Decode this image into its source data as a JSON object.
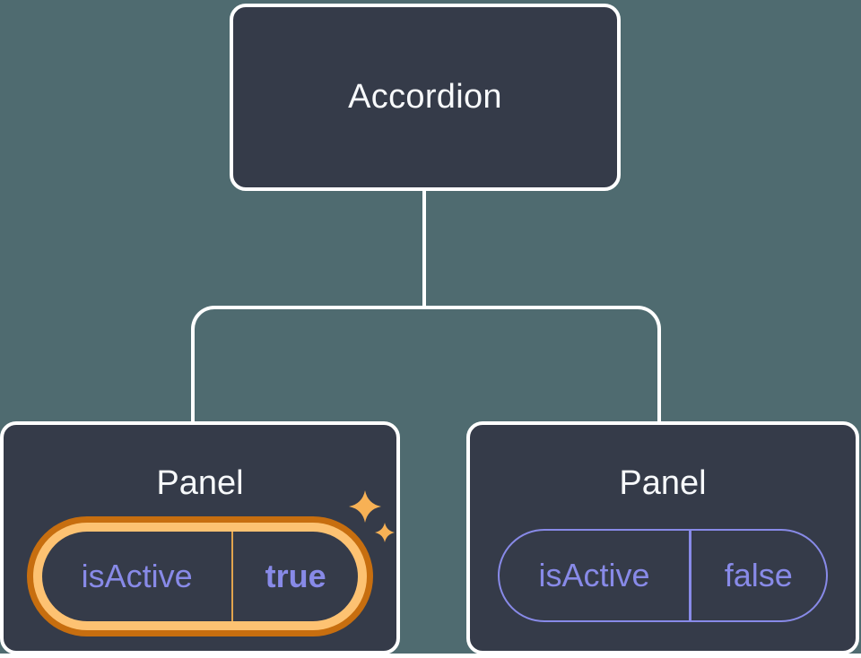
{
  "colors": {
    "canvas": "#4f6b70",
    "page": "#ffffff",
    "node-fill": "#353b49",
    "node-border": "#ffffff",
    "line": "#ffffff",
    "text-light": "#f7f9fb",
    "prop-purple": "#888ae8",
    "highlight-dark": "#c76e0f",
    "highlight-gold": "#fdc272",
    "divider-gold": "#e2a44e",
    "sparkle-gold": "#f7b155"
  },
  "tree": {
    "root": {
      "label": "Accordion"
    },
    "children": [
      {
        "label": "Panel",
        "state": "active",
        "prop": {
          "name": "isActive",
          "value": "true"
        }
      },
      {
        "label": "Panel",
        "state": "inactive",
        "prop": {
          "name": "isActive",
          "value": "false"
        }
      }
    ]
  }
}
